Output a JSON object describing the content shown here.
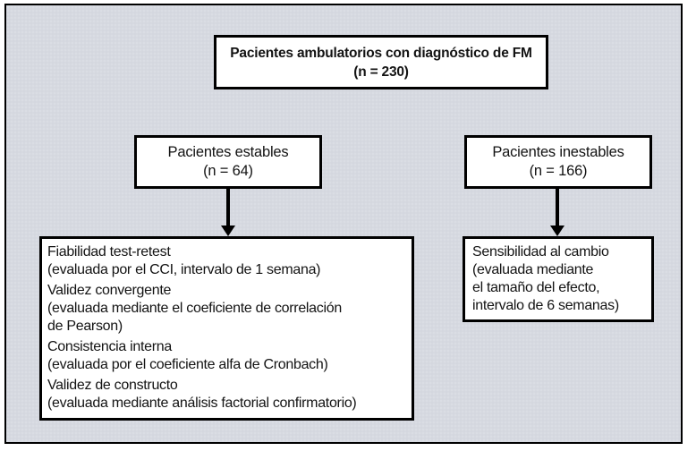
{
  "colors": {
    "page_bg": "#ffffff",
    "frame_bg": "#d6d9e0",
    "box_bg": "#ffffff",
    "border": "#000000",
    "text": "#131313"
  },
  "top_box": {
    "line1": "Pacientes ambulatorios con diagnóstico de FM",
    "line2": "(n = 230)"
  },
  "stable_box": {
    "line1": "Pacientes estables",
    "line2": "(n = 64)"
  },
  "unstable_box": {
    "line1": "Pacientes inestables",
    "line2": "(n = 166)"
  },
  "stable_detail": {
    "groups": [
      {
        "title": "Fiabilidad test-retest",
        "line1": "(evaluada por el CCI, intervalo de 1 semana)",
        "line2": ""
      },
      {
        "title": "Validez convergente",
        "line1": "(evaluada mediante el coeficiente de correlación",
        "line2": "de Pearson)"
      },
      {
        "title": "Consistencia interna",
        "line1": "(evaluada por el coeficiente alfa de Cronbach)",
        "line2": ""
      },
      {
        "title": "Validez de constructo",
        "line1": "(evaluada mediante análisis factorial confirmatorio)",
        "line2": ""
      }
    ]
  },
  "unstable_detail": {
    "line1": "Sensibilidad al cambio",
    "line2": "(evaluada mediante",
    "line3": "el tamaño del efecto,",
    "line4": "intervalo de 6 semanas)"
  }
}
